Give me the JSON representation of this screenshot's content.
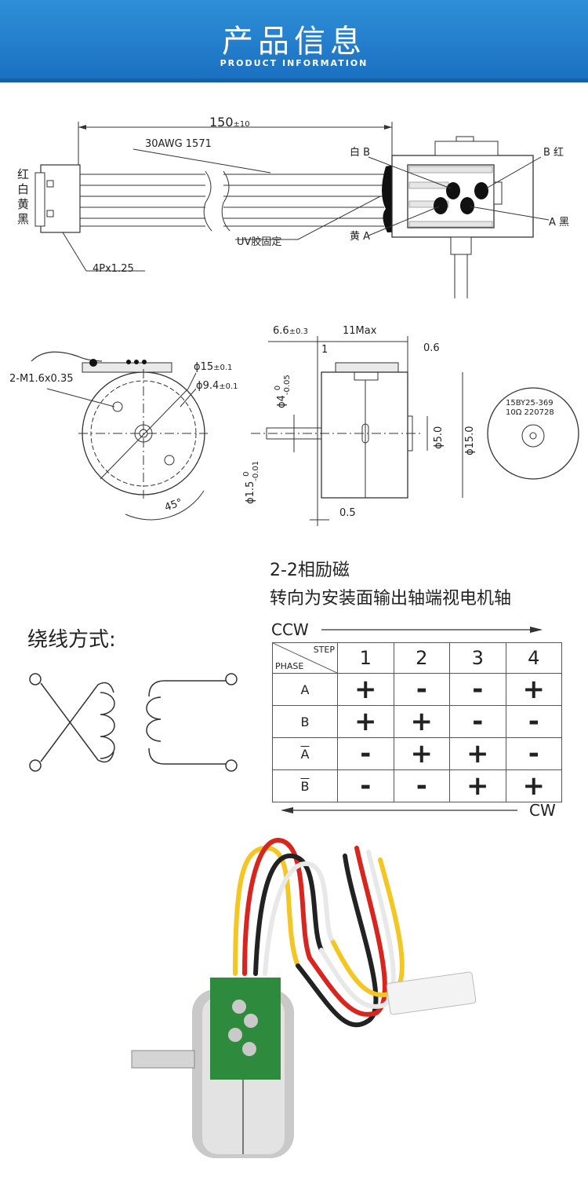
{
  "header": {
    "title": "产品信息",
    "subtitle": "PRODUCT INFORMATION"
  },
  "side_drawing": {
    "length": "150",
    "tolerance": "±10",
    "cable": "30AWG 1571",
    "wire_colors": [
      "红",
      "白",
      "黄",
      "黑"
    ],
    "pin_b_left": "白 B",
    "pin_b_right": "B 红",
    "pin_a_left": "黄 A",
    "pin_a_right": "A 黑",
    "glue": "UV胶固定",
    "connector": "4Px1.25"
  },
  "views": {
    "screw": "2-M1.6x0.35",
    "dia_outer": "ϕ15",
    "dia_outer_tol": "±0.1",
    "dia_inner": "ϕ9.4",
    "dia_inner_tol": "±0.1",
    "angle": "45°",
    "dim_66": "6.6",
    "dim_66_tol": "±0.3",
    "dim_11max": "11Max",
    "dim_1": "1",
    "dim_06": "0.6",
    "dim_05": "0.5",
    "dia_4": "ϕ4",
    "dia_4_tol": "-0.05",
    "dia_4_tol0": "0",
    "dia_15shaft": "ϕ1.5",
    "dia_15_tol": "-0.01",
    "dia_15_tol0": "0",
    "dia_5": "ϕ5.0",
    "dia_150": "ϕ15.0",
    "label_line1": "15BY25-369",
    "label_line2": "10Ω  220728"
  },
  "excitation": {
    "mode": "2-2相励磁",
    "direction": "转向为安装面输出轴端视电机轴",
    "winding_label": "绕线方式:",
    "ccw": "CCW",
    "cw": "CW",
    "step_label": "STEP",
    "phase_label": "PHASE",
    "steps": [
      "1",
      "2",
      "3",
      "4"
    ],
    "rows": [
      {
        "phase": "A",
        "bar": false,
        "signs": [
          "+",
          "-",
          "-",
          "+"
        ]
      },
      {
        "phase": "B",
        "bar": false,
        "signs": [
          "+",
          "+",
          "-",
          "-"
        ]
      },
      {
        "phase": "A",
        "bar": true,
        "signs": [
          "-",
          "+",
          "+",
          "-"
        ]
      },
      {
        "phase": "B",
        "bar": true,
        "signs": [
          "-",
          "-",
          "+",
          "+"
        ]
      }
    ]
  },
  "colors": {
    "banner": "#1a6fc0",
    "wire_red": "#d8261f",
    "wire_yellow": "#f4c624",
    "wire_black": "#222222",
    "pcb_green": "#2e8b3e"
  }
}
